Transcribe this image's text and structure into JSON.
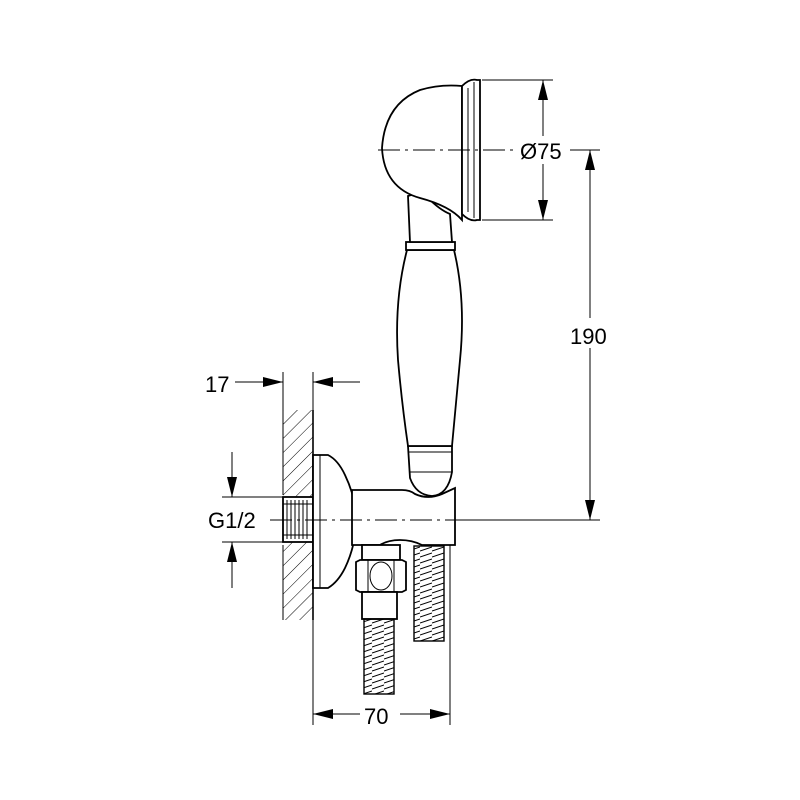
{
  "dimensions": {
    "head_diameter": "Ø75",
    "total_height": "190",
    "wall_plate_depth": "17",
    "thread": "G1/2",
    "projection": "70"
  },
  "colors": {
    "line": "#000000",
    "background": "#ffffff"
  }
}
